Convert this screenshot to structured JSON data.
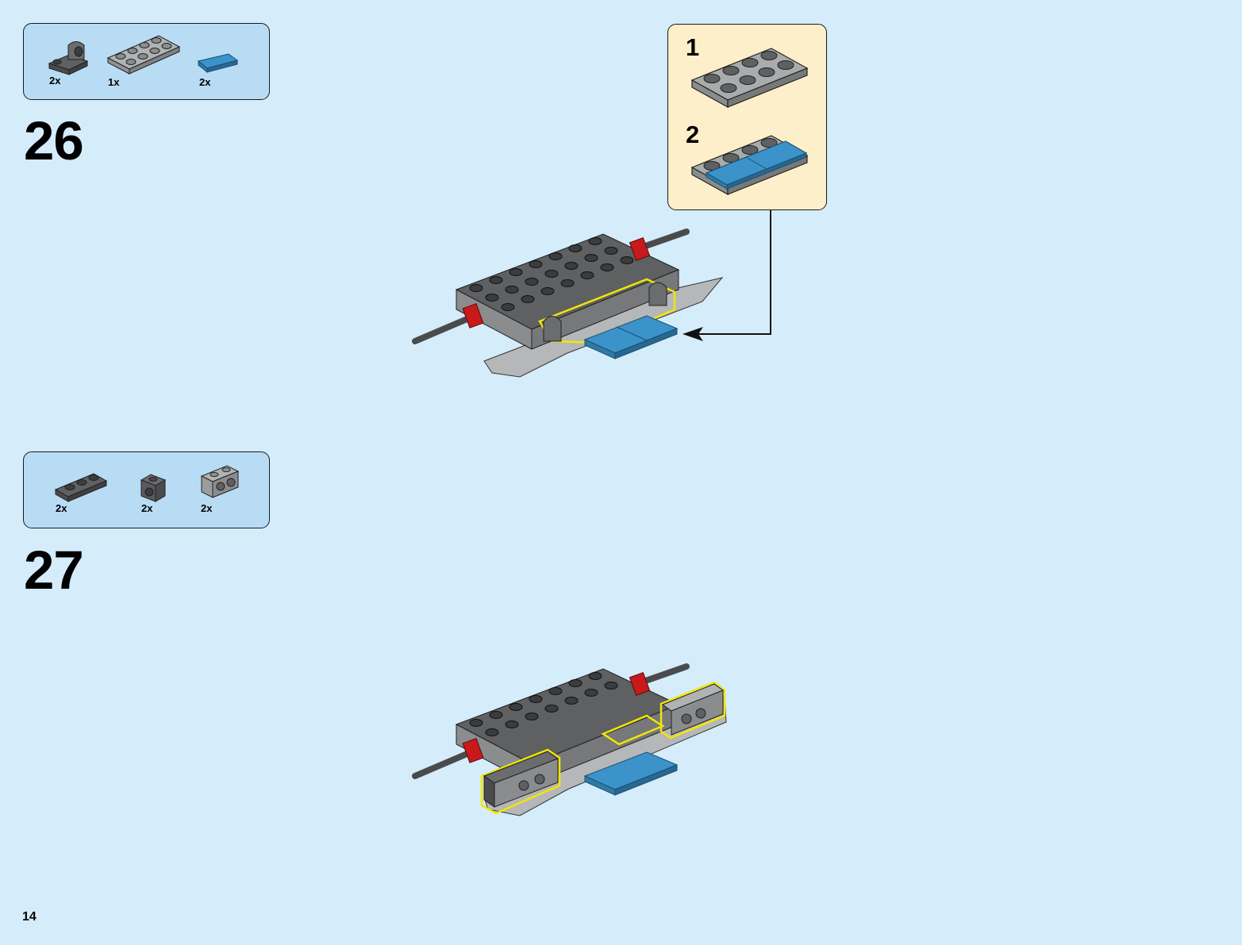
{
  "page": {
    "number": "14",
    "background": "#d5ecfb"
  },
  "colors": {
    "dark_gray": "#5f6062",
    "light_gray": "#a9abad",
    "blue": "#3b93c9",
    "red": "#c8191b",
    "highlight": "#f2e600",
    "parts_panel": "#b9dcf5",
    "callout_panel": "#fdefc9"
  },
  "steps": [
    {
      "number": "26",
      "parts": [
        {
          "icon": "dark-gray-plate-with-pin-hole-icon",
          "qty": "2x"
        },
        {
          "icon": "light-gray-plate-2x4-icon",
          "qty": "1x"
        },
        {
          "icon": "blue-tile-1x2-icon",
          "qty": "2x"
        }
      ],
      "subassembly": {
        "steps": [
          {
            "number": "1",
            "icon": "gray-plate-2x4-icon"
          },
          {
            "number": "2",
            "icon": "plate-with-blue-tiles-icon"
          }
        ]
      },
      "model_icon": "vehicle-chassis-assembly-icon"
    },
    {
      "number": "27",
      "parts": [
        {
          "icon": "dark-gray-plate-1x3-icon",
          "qty": "2x"
        },
        {
          "icon": "dark-gray-brick-with-stud-on-side-icon",
          "qty": "2x"
        },
        {
          "icon": "light-gray-brick-1x2-two-studs-side-icon",
          "qty": "2x"
        }
      ],
      "model_icon": "vehicle-with-side-bricks-icon"
    }
  ]
}
